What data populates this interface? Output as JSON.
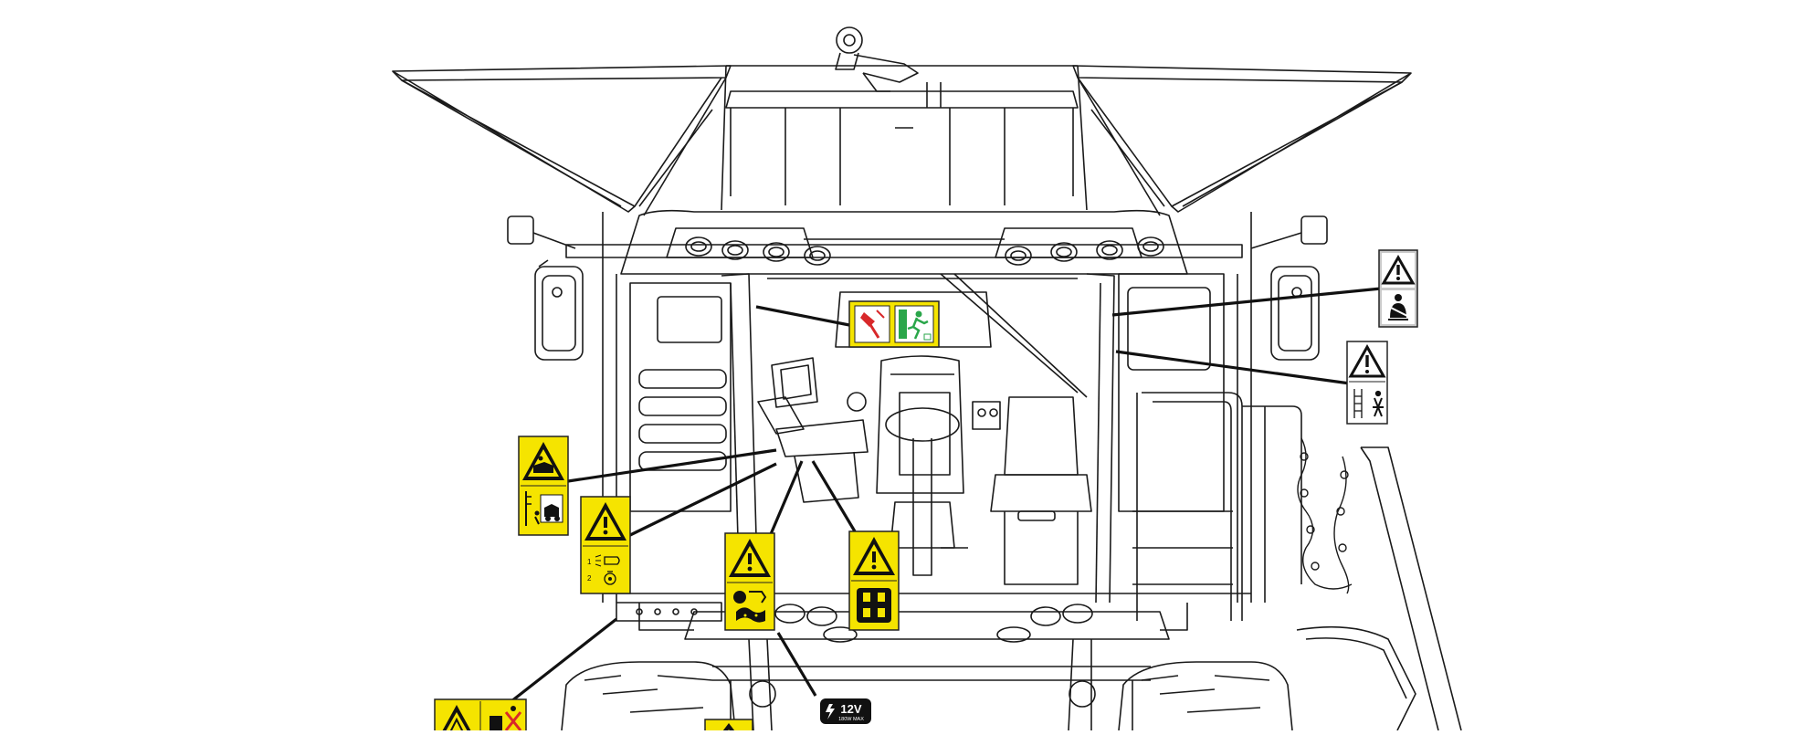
{
  "diagram": {
    "colors": {
      "line": "#1a1a1a",
      "thin_line": "#4a4a4a",
      "decal_yellow": "#f5e400",
      "decal_gray": "#c9c9c9",
      "decal_border": "#222222",
      "decal_red": "#d8282a",
      "decal_green": "#2aa64a",
      "background": "#ffffff"
    },
    "decals": [
      {
        "id": "decal-emergency-exit",
        "kind": "emergency-exit",
        "icons": [
          "exit-hammer-icon",
          "emergency-exit-running-man-icon"
        ]
      },
      {
        "id": "decal-seat-belt",
        "kind": "gray-warning",
        "icons": [
          "warning-triangle-icon",
          "seat-belt-icon"
        ]
      },
      {
        "id": "decal-ladder",
        "kind": "gray-warning",
        "icons": [
          "warning-triangle-icon",
          "ladder-hazard-icon"
        ]
      },
      {
        "id": "decal-crush-hazard",
        "kind": "yellow-warning",
        "icons": [
          "warning-triangle-icon",
          "crush-hazard-icon"
        ]
      },
      {
        "id": "decal-horn-lights",
        "kind": "yellow-warning",
        "icons": [
          "warning-triangle-icon",
          "horn-lights-icon"
        ]
      },
      {
        "id": "decal-read-manual",
        "kind": "yellow-warning",
        "icons": [
          "warning-triangle-icon",
          "operator-manual-icon"
        ]
      },
      {
        "id": "decal-brake",
        "kind": "yellow-warning",
        "icons": [
          "warning-triangle-icon",
          "brake-pedal-icon"
        ]
      },
      {
        "id": "decal-bottom-left",
        "kind": "yellow-warning",
        "icons": [
          "warning-triangle-icon",
          "no-access-icon"
        ]
      },
      {
        "id": "decal-bottom-center",
        "kind": "yellow-warning",
        "icons": [
          "warning-triangle-icon"
        ]
      }
    ],
    "power_outlet": {
      "voltage": "12V",
      "rating": "180W MAX"
    }
  }
}
